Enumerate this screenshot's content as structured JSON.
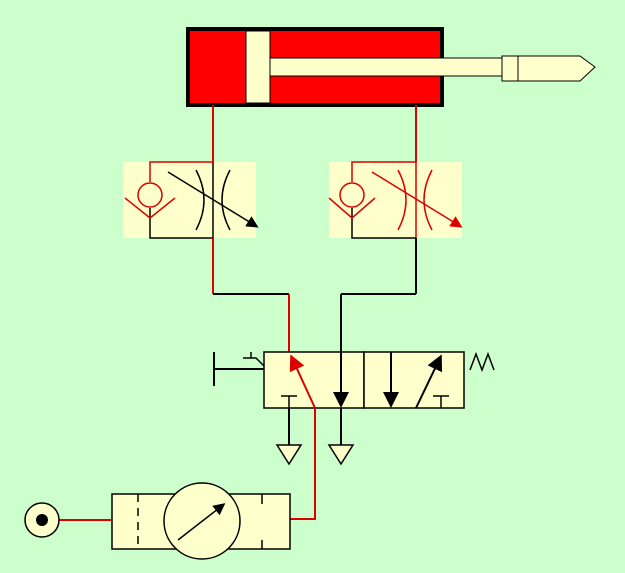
{
  "diagram": {
    "colors": {
      "background": "#ccffcc",
      "component_fill": "#ffffcc",
      "cylinder_fill": "#ff0000",
      "pressure_line": "#dd0000",
      "exhaust_line": "#000000",
      "outline": "#000000"
    },
    "components": [
      {
        "id": "double-acting-cylinder",
        "icon": "cylinder-icon"
      },
      {
        "id": "one-way-flow-control-left",
        "icon": "check-valve-throttle-icon",
        "state": "active"
      },
      {
        "id": "one-way-flow-control-right",
        "icon": "check-valve-throttle-icon",
        "state": "inactive"
      },
      {
        "id": "directional-control-valve-5-2",
        "icon": "pushbutton-spring-return-valve-icon"
      },
      {
        "id": "filter-regulator-unit",
        "icon": "pressure-gauge-icon"
      },
      {
        "id": "compressed-air-source",
        "icon": "pressure-source-icon"
      }
    ]
  }
}
